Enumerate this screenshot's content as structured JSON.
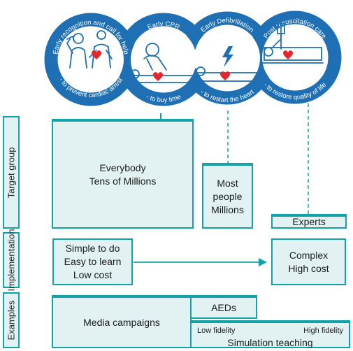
{
  "chain": {
    "links": [
      {
        "top": "Early recognition and call for help",
        "bottom": "- to prevent cardiac arrest"
      },
      {
        "top": "Early CPR",
        "bottom": "- to buy time"
      },
      {
        "top": "Early Defibrillation",
        "bottom": "- to restart the heart"
      },
      {
        "top": "Post resuscitation care",
        "bottom": "- to restore quality of life"
      }
    ]
  },
  "rows": {
    "target_group": "Target group",
    "implementation": "Implementation",
    "examples": "Examples"
  },
  "target": {
    "everybody_1": "Everybody",
    "everybody_2": "Tens of Millions",
    "most_1": "Most people",
    "most_2": "Millions",
    "experts": "Experts"
  },
  "implementation": {
    "simple_1": "Simple to do",
    "simple_2": "Easy to learn",
    "simple_3": "Low cost",
    "complex_1": "Complex",
    "complex_2": "High cost"
  },
  "examples": {
    "media": "Media campaigns",
    "aeds": "AEDs",
    "low_fidelity": "Low fidelity",
    "high_fidelity": "High fidelity",
    "simulation": "Simulation teaching"
  },
  "colors": {
    "teal": "#11a3a8",
    "chain_blue": "#1f6fb5",
    "box_fill": "#e2f2f3",
    "heart": "#e3262c"
  }
}
